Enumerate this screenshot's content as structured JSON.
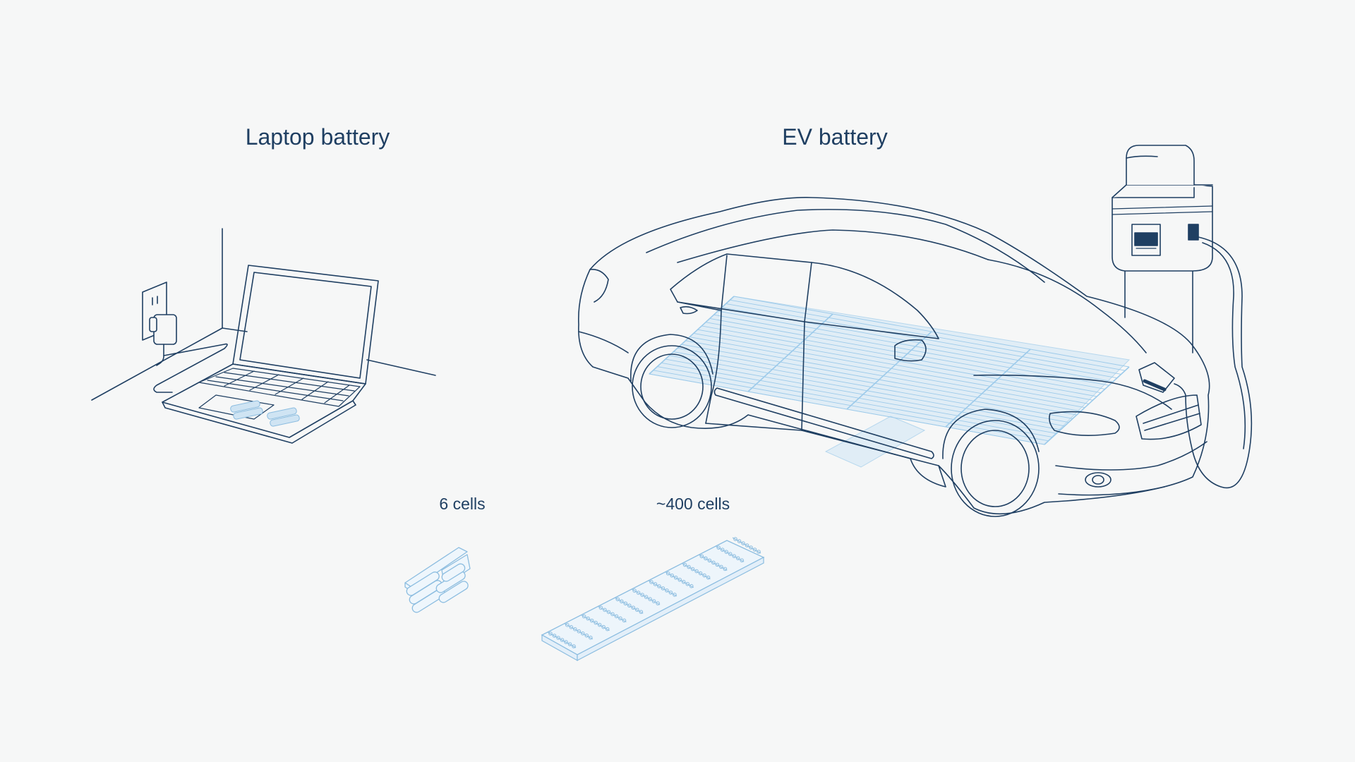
{
  "headings": {
    "laptop": "Laptop battery",
    "ev": "EV battery"
  },
  "cells": {
    "laptop": "6 cells",
    "ev": "~400 cells"
  },
  "colors": {
    "background": "#f6f7f7",
    "line": "#1f3f62",
    "cell_fill": "#cfe4f3",
    "cell_line": "#8cbde0"
  }
}
